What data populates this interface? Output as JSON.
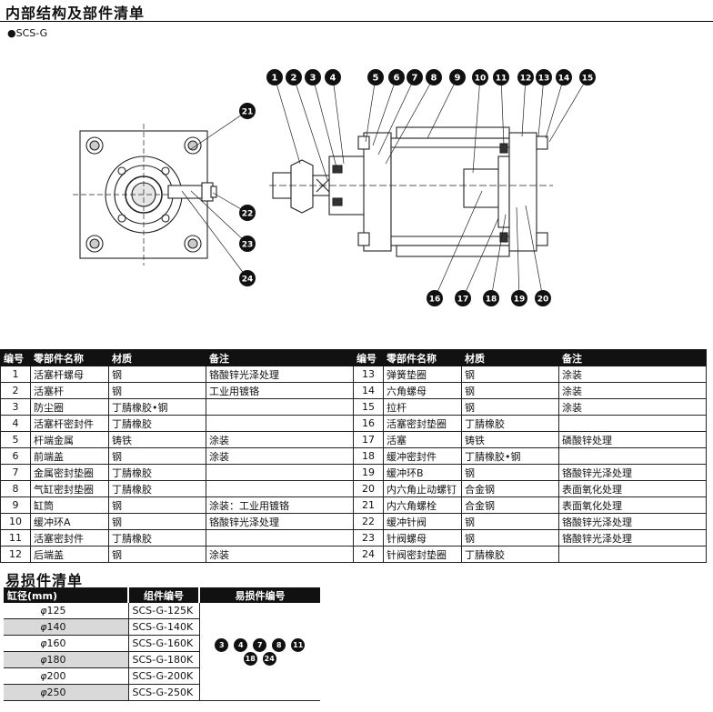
{
  "title": "内部结构及部件清单",
  "model": "●SCS-G",
  "diagram": {
    "callouts_top": [
      "1",
      "2",
      "3",
      "4",
      "5",
      "6",
      "7",
      "8",
      "9",
      "10",
      "11",
      "12",
      "13",
      "14",
      "15"
    ],
    "callouts_side": [
      "21",
      "22",
      "23",
      "24"
    ],
    "callouts_bottom": [
      "16",
      "17",
      "18",
      "19",
      "20"
    ]
  },
  "parts_headers": [
    "编号",
    "零部件名称",
    "材质",
    "备注",
    "编号",
    "零部件名称",
    "材质",
    "备注"
  ],
  "parts_rows": [
    [
      {
        "no": "1",
        "name": "活塞杆螺母",
        "mat": "钢",
        "note": "铬酸锌光泽处理"
      },
      {
        "no": "13",
        "name": "弹簧垫圈",
        "mat": "钢",
        "note": "涂装"
      }
    ],
    [
      {
        "no": "2",
        "name": "活塞杆",
        "mat": "钢",
        "note": "工业用镀铬"
      },
      {
        "no": "14",
        "name": "六角螺母",
        "mat": "钢",
        "note": "涂装"
      }
    ],
    [
      {
        "no": "3",
        "name": "防尘圈",
        "mat": "丁腈橡胶•钢",
        "note": ""
      },
      {
        "no": "15",
        "name": "拉杆",
        "mat": "钢",
        "note": "涂装"
      }
    ],
    [
      {
        "no": "4",
        "name": "活塞杆密封件",
        "mat": "丁腈橡胶",
        "note": ""
      },
      {
        "no": "16",
        "name": "活塞密封垫圈",
        "mat": "丁腈橡胶",
        "note": ""
      }
    ],
    [
      {
        "no": "5",
        "name": "杆端金属",
        "mat": "铸铁",
        "note": "涂装"
      },
      {
        "no": "17",
        "name": "活塞",
        "mat": "铸铁",
        "note": "磷酸锌处理"
      }
    ],
    [
      {
        "no": "6",
        "name": "前端盖",
        "mat": "钢",
        "note": "涂装"
      },
      {
        "no": "18",
        "name": "缓冲密封件",
        "mat": "丁腈橡胶•钢",
        "note": ""
      }
    ],
    [
      {
        "no": "7",
        "name": "金属密封垫圈",
        "mat": "丁腈橡胶",
        "note": ""
      },
      {
        "no": "19",
        "name": "缓冲环B",
        "mat": "钢",
        "note": "铬酸锌光泽处理"
      }
    ],
    [
      {
        "no": "8",
        "name": "气缸密封垫圈",
        "mat": "丁腈橡胶",
        "note": ""
      },
      {
        "no": "20",
        "name": "内六角止动螺钉",
        "mat": "合金钢",
        "note": "表面氧化处理"
      }
    ],
    [
      {
        "no": "9",
        "name": "缸筒",
        "mat": "钢",
        "note": "涂装：工业用镀铬"
      },
      {
        "no": "21",
        "name": "内六角螺栓",
        "mat": "合金钢",
        "note": "表面氧化处理"
      }
    ],
    [
      {
        "no": "10",
        "name": "缓冲环A",
        "mat": "钢",
        "note": "铬酸锌光泽处理"
      },
      {
        "no": "22",
        "name": "缓冲针阀",
        "mat": "钢",
        "note": "铬酸锌光泽处理"
      }
    ],
    [
      {
        "no": "11",
        "name": "活塞密封件",
        "mat": "丁腈橡胶",
        "note": ""
      },
      {
        "no": "23",
        "name": "针阀螺母",
        "mat": "钢",
        "note": "铬酸锌光泽处理"
      }
    ],
    [
      {
        "no": "12",
        "name": "后端盖",
        "mat": "钢",
        "note": "涂装"
      },
      {
        "no": "24",
        "name": "针阀密封垫圈",
        "mat": "丁腈橡胶",
        "note": ""
      }
    ]
  ],
  "spare_title": "易损件清单",
  "spare_headers": [
    "缸径(mm)",
    "组件编号",
    "易损件编号"
  ],
  "spare_rows": [
    {
      "bore": "125",
      "kit": "SCS-G-125K"
    },
    {
      "bore": "140",
      "kit": "SCS-G-140K"
    },
    {
      "bore": "160",
      "kit": "SCS-G-160K"
    },
    {
      "bore": "180",
      "kit": "SCS-G-180K"
    },
    {
      "bore": "200",
      "kit": "SCS-G-200K"
    },
    {
      "bore": "250",
      "kit": "SCS-G-250K"
    }
  ],
  "phi_symbol": "φ",
  "spare_part_numbers": [
    "3",
    "4",
    "7",
    "8",
    "11",
    "18",
    "24"
  ]
}
